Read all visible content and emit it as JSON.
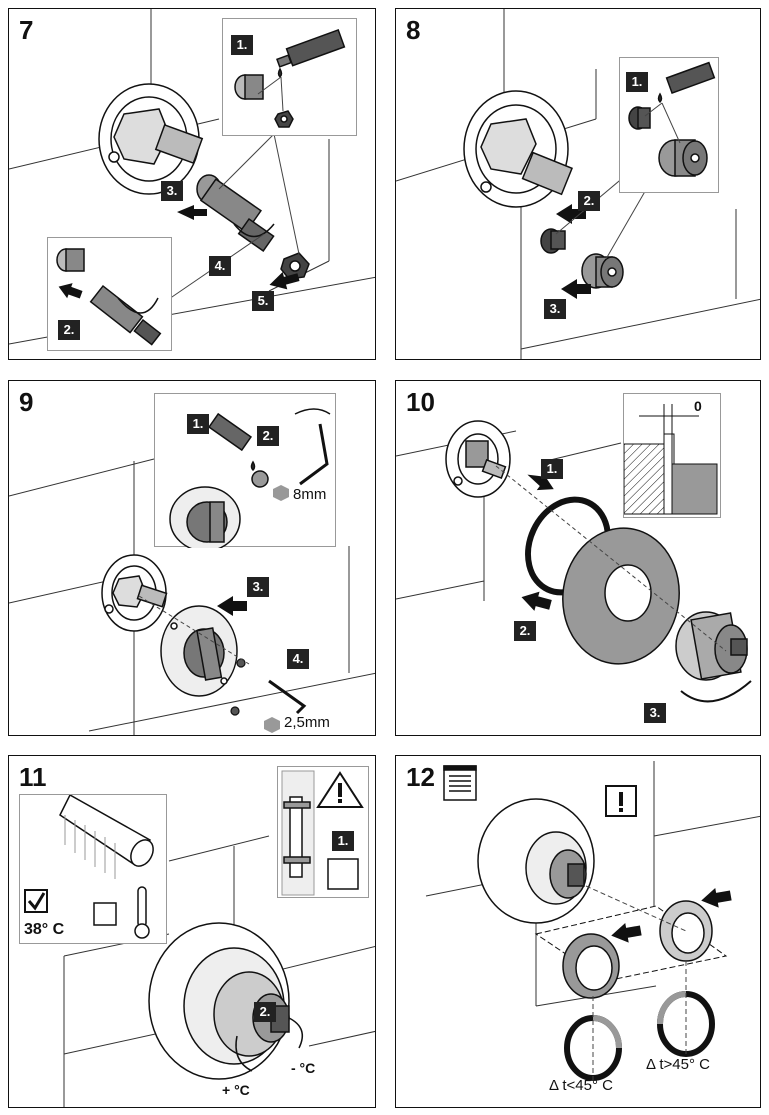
{
  "panels": [
    {
      "number": "7",
      "steps": [
        "1.",
        "2.",
        "3.",
        "4.",
        "5."
      ]
    },
    {
      "number": "8",
      "steps": [
        "1.",
        "2.",
        "3."
      ]
    },
    {
      "number": "9",
      "steps": [
        "1.",
        "2.",
        "3.",
        "4."
      ],
      "hex_size_large": "8mm",
      "hex_size_small": "2,5mm"
    },
    {
      "number": "10",
      "steps": [
        "1.",
        "2.",
        "3."
      ],
      "gap_value": "0"
    },
    {
      "number": "11",
      "steps": [
        "1.",
        "2."
      ],
      "temperature": "38° C",
      "plus_label": "+ °C",
      "minus_label": "- °C"
    },
    {
      "number": "12",
      "delta_low": "Δ t<45° C",
      "delta_high": "Δ t>45° C"
    }
  ]
}
